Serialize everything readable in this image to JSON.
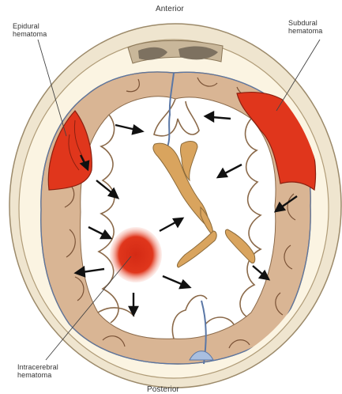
{
  "labels": {
    "anterior": "Anterior",
    "posterior": "Posterior",
    "epidural": [
      "Epidural",
      "hematoma"
    ],
    "subdural": [
      "Subdural",
      "hematoma"
    ],
    "intracerebral": [
      "Intracerebral",
      "hematoma"
    ]
  },
  "colors": {
    "scalp": "#efe5cf",
    "skull": "#fbf4e2",
    "brain": "#d9b594",
    "sulcus": "#7a5236",
    "ventricle": "#d9a45e",
    "csf": "#ffffff",
    "vessel": "#5a77a6",
    "hematoma": "#e0361c",
    "arrow": "#111111",
    "leader": "#444444"
  },
  "mass_effect_arrows": 12
}
